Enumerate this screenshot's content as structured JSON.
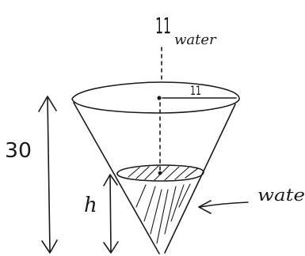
{
  "labels": {
    "flow_rate": "11",
    "flow_text": "water",
    "radius": "11",
    "height": "30",
    "water_height": "h",
    "water_label": "wate"
  }
}
